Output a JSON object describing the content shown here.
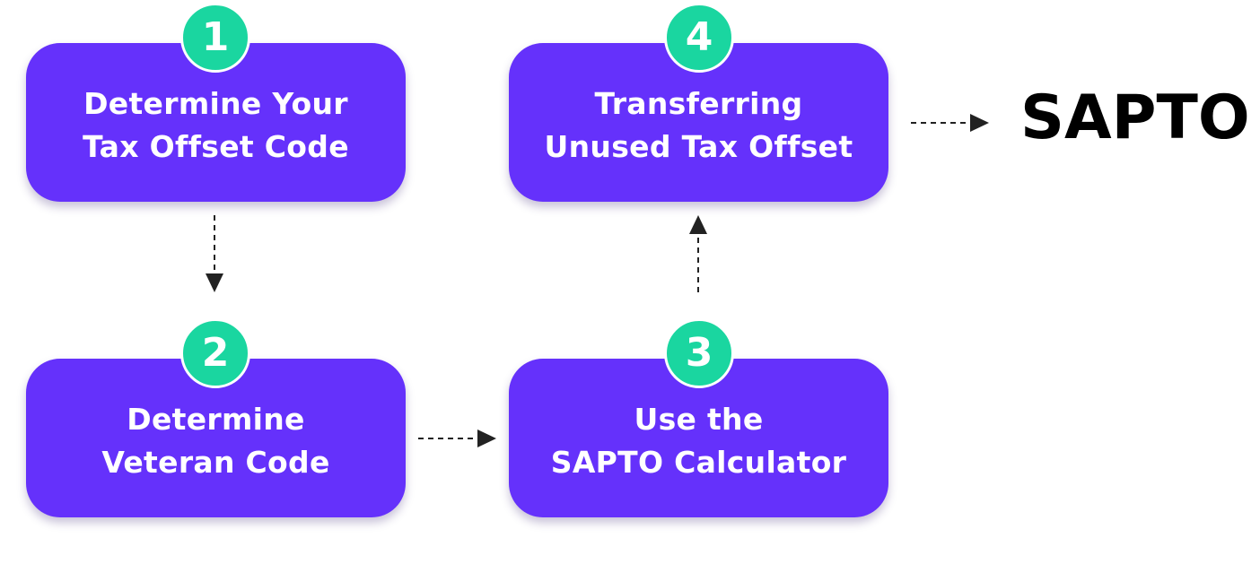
{
  "steps": [
    {
      "number": "1",
      "line1": "Determine Your",
      "line2": "Tax Offset Code"
    },
    {
      "number": "2",
      "line1": "Determine",
      "line2": "Veteran Code"
    },
    {
      "number": "3",
      "line1": "Use the",
      "line2": "SAPTO Calculator"
    },
    {
      "number": "4",
      "line1": "Transferring",
      "line2": "Unused Tax Offset"
    }
  ],
  "result": {
    "label": "SAPTO"
  },
  "colors": {
    "box": "#6531fb",
    "badge": "#1ad6a0",
    "box_text": "#ffffff",
    "arrow": "#222222",
    "result_text": "#000000"
  }
}
